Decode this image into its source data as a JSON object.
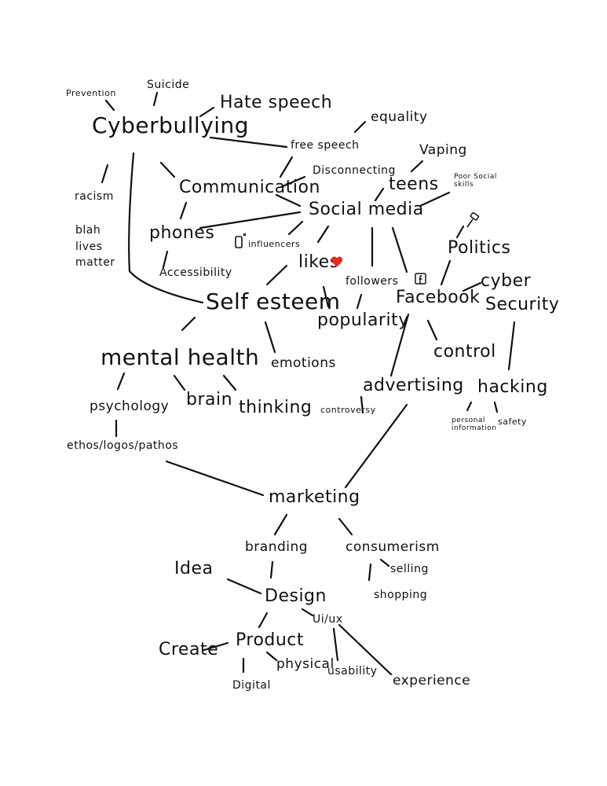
{
  "colors": {
    "ink": "#111111",
    "heart": "#e8281e"
  },
  "nodes": {
    "prevention": "Prevention",
    "suicide": "Suicide",
    "hate_speech": "Hate speech",
    "cyberbullying": "Cyberbullying",
    "equality": "equality",
    "free_speech": "free speech",
    "vaping": "Vaping",
    "disconnecting": "Disconnecting",
    "poor_social_skills": "Poor Social skills",
    "teens": "teens",
    "communication": "Communication",
    "racism": "racism",
    "blah": "blah",
    "lives": "lives",
    "matter": "matter",
    "social_media": "Social media",
    "phones": "phones",
    "influencers": "influencers",
    "politics": "Politics",
    "likes": "likes",
    "followers": "followers",
    "accessibility": "Accessibility",
    "cyber": "cyber",
    "security": "Security",
    "self_esteem": "Self esteem",
    "facebook": "Facebook",
    "popularity": "popularity",
    "mental_health": "mental health",
    "control": "control",
    "emotions": "emotions",
    "advertising": "advertising",
    "hacking": "hacking",
    "psychology": "psychology",
    "brain": "brain",
    "thinking": "thinking",
    "controversy": "controversy",
    "personal_information": "personal information",
    "safety": "safety",
    "ethos": "ethos/logos/pathos",
    "marketing": "marketing",
    "branding": "branding",
    "consumerism": "consumerism",
    "idea": "Idea",
    "selling": "selling",
    "design": "Design",
    "shopping": "shopping",
    "uiux": "Ui/ux",
    "create": "Create",
    "product": "Product",
    "physical": "physical",
    "usability": "usability",
    "experience": "experience",
    "digital": "Digital"
  },
  "icons": {
    "phone_icon": "phone-sparkle-icon",
    "heart_icon": "heart-icon",
    "facebook_icon": "facebook-icon",
    "gavel_icon": "gavel-icon"
  }
}
